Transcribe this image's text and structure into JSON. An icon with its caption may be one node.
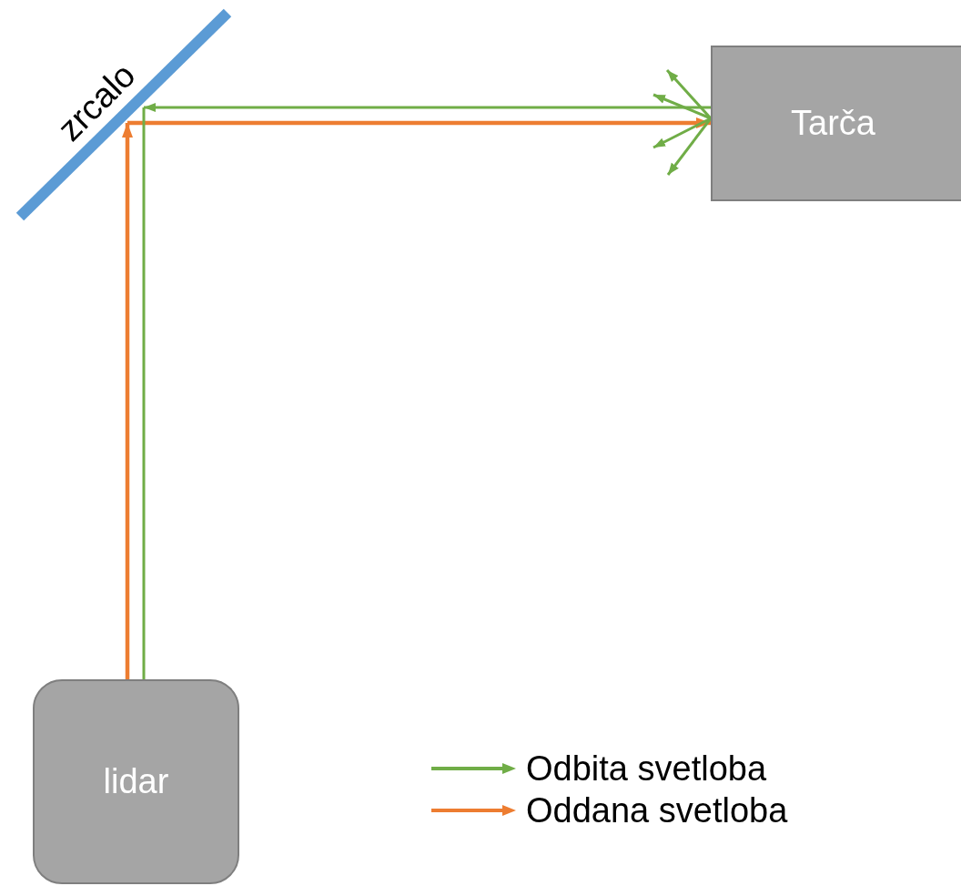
{
  "diagram": {
    "nodes": [
      {
        "text": [
          "lidar"
        ]
      },
      {
        "text": [
          "zrcalo"
        ]
      },
      {
        "text": [
          "Tarča"
        ]
      }
    ],
    "edges": [
      {
        "from": 0,
        "to": 1,
        "arrow": "to",
        "color": "#ed7d31"
      },
      {
        "from": 1,
        "to": 2,
        "arrow": "to",
        "color": "#ed7d31"
      },
      {
        "from": 2,
        "to": 1,
        "arrow": "to",
        "color": "#70ad47"
      },
      {
        "from": 1,
        "to": 0,
        "arrow": "none",
        "color": "#70ad47"
      },
      {
        "from": 2,
        "to": null,
        "arrow": "to",
        "color": "#70ad47"
      },
      {
        "from": 2,
        "to": null,
        "arrow": "to",
        "color": "#70ad47"
      },
      {
        "from": 2,
        "to": null,
        "arrow": "to",
        "color": "#70ad47"
      },
      {
        "from": 2,
        "to": null,
        "arrow": "to",
        "color": "#70ad47"
      }
    ],
    "legend": [
      {
        "text": "Odbita svetloba"
      },
      {
        "text": "Oddana svetloba"
      }
    ]
  }
}
